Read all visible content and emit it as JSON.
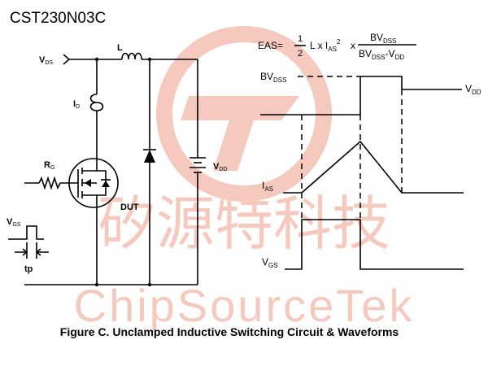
{
  "part_number": "CST230N03C",
  "watermark": {
    "chinese": "矽源特科技",
    "latin": "ChipSourceTek"
  },
  "circuit": {
    "vds": {
      "main": "V",
      "sub": "DS"
    },
    "inductor": "L",
    "current": {
      "main": "I",
      "sub": "D"
    },
    "gate_resistor": {
      "main": "R",
      "sub": "G"
    },
    "dut": "DUT",
    "vdd": {
      "main": "V",
      "sub": "DD"
    },
    "pulse": {
      "main": "V",
      "sub": "GS"
    },
    "pulse_width": "tp"
  },
  "formula": {
    "lhs": "EAS=",
    "frac1_num": "1",
    "frac1_den": "2",
    "term_L": "L x I",
    "term_L_sub": "AS",
    "term_L_sup": "2",
    "times": "x",
    "frac2_num_main": "BV",
    "frac2_num_sub": "DSS",
    "frac2_den_main": "BV",
    "frac2_den_sub": "DSS",
    "frac2_den_minus": "-V",
    "frac2_den_sub2": "DD"
  },
  "waveforms": {
    "bvdss": {
      "main": "BV",
      "sub": "DSS"
    },
    "vdd": {
      "main": "V",
      "sub": "DD"
    },
    "ias": {
      "main": "I",
      "sub": "AS"
    },
    "vgs": {
      "main": "V",
      "sub": "GS"
    }
  },
  "caption": "Figure C. Unclamped Inductive Switching Circuit & Waveforms"
}
